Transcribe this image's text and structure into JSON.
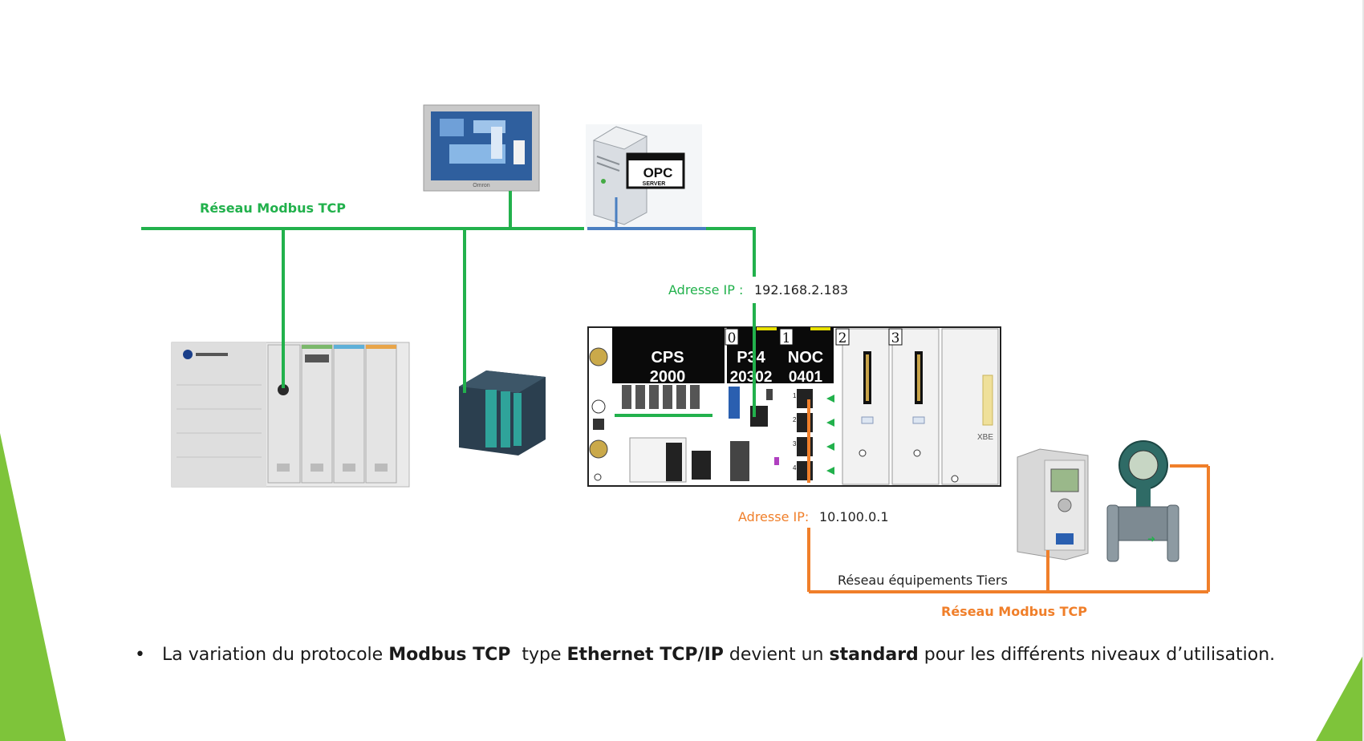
{
  "colors": {
    "green": "#22b14c",
    "orange": "#f07f2a",
    "blue": "#4a7fc1",
    "accent": "#7ec43a"
  },
  "labels": {
    "network_top": "Réseau Modbus TCP",
    "ip_top_prefix": "Adresse IP :",
    "ip_top_value": "192.168.2.183",
    "ip_bottom_prefix": "Adresse IP:",
    "ip_bottom_value": "10.100.0.1",
    "network_third_party": "Réseau équipements Tiers",
    "network_bottom": "Réseau Modbus TCP"
  },
  "modules": {
    "cps_line1": "CPS",
    "cps_line2": "2000",
    "p34_line1": "P34",
    "p34_line2": "20302",
    "noc_line1": "NOC",
    "noc_line2": "0401",
    "slot0": "0",
    "slot1": "1",
    "slot2": "2",
    "slot3": "3",
    "xbe": "XBE",
    "ports": [
      "1",
      "2",
      "3",
      "4"
    ]
  },
  "opc": {
    "title": "OPC",
    "subtitle": "SERVER"
  },
  "hmi_brand": "Omron",
  "bullet": {
    "t1": "La variation du protocole ",
    "b1": "Modbus TCP",
    "t2": "  type ",
    "b2": "Ethernet TCP/IP",
    "t3": " devient un ",
    "b3": "standard",
    "t4": " pour les différents niveaux d’utilisation."
  }
}
